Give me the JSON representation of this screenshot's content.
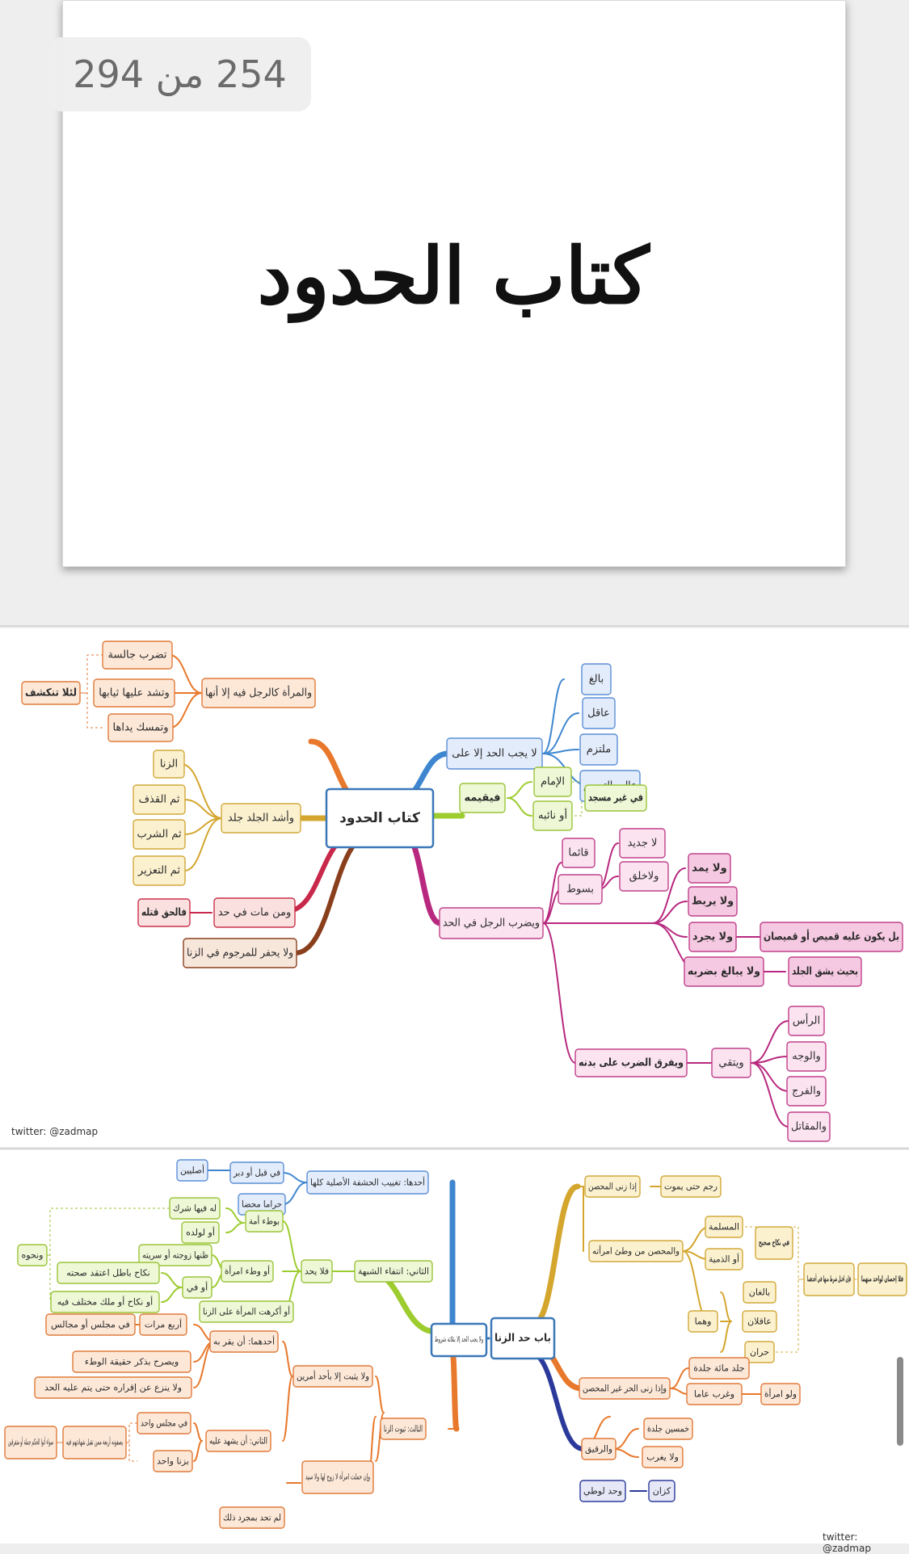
{
  "viewer": {
    "page_indicator": "254 من 294",
    "cover_title": "كتاب الحدود"
  },
  "map1": {
    "credit": "twitter: @zadmap",
    "nodes": {
      "center": "كتاب الحدود",
      "la_yajib": "لا يجب الحد إلا على",
      "baligh": "بالغ",
      "aqil": "عاقل",
      "multazim": "ملتزم",
      "alim": "عالم بالتحريم",
      "fayuqimuh": "فيقيمه",
      "imam": "الإمام",
      "naibuh": "أو نائبه",
      "ghayr_masjid": "في غير مسجد",
      "yudrab": "ويضرب الرجل في الحد",
      "qaiman": "قائما",
      "bisawt": "بسوط",
      "la_jadid": "لا جديد",
      "wala_khalaq": "ولاخلق",
      "la_yumadd": "ولا يمد",
      "la_yurbat": "ولا يربط",
      "la_yujarrad": "ولا يجرد",
      "qamis": "بل يكون عليه قميص أو قميصان",
      "la_yubalegh": "ولا يبالغ بضربه",
      "yashuq": "بحيث يشق الجلد",
      "yufarreq": "ويفرق الضرب على بدنه",
      "yattaqi": "ويتقي",
      "ras": "الرأس",
      "wajh": "والوجه",
      "farj": "والفرج",
      "maqatil": "والمقاتل",
      "marah": "والمرأة كالرجل فيه إلا أنها",
      "tudrab": "تضرب جالسة",
      "tushadd": "وتشد عليها ثيابها",
      "tumsak": "وتمسك يداها",
      "litalla": "لئلا تنكشف",
      "ashadd": "وأشد الجلد جلد",
      "zina": "الزنا",
      "qadhf": "ثم القذف",
      "shurb": "ثم الشرب",
      "tazir": "ثم التعزير",
      "man_mata": "ومن مات في حد",
      "haqq": "فالحق قتله",
      "la_yuhfar": "ولا يحفر للمرجوم في الزنا"
    }
  },
  "map2": {
    "credit": "twitter: @zadmap",
    "nodes": {
      "center": "باب حد الزنا",
      "shurut": "ولا يجب الحد إلا بثلاثة شروط",
      "ahaduha": "أحدها: تغييب الحشفة الأصلية كلها",
      "qubul": "في قبل أو دبر",
      "aslayn": "أصليين",
      "haram": "حراما محضا",
      "thani": "الثاني: انتفاء الشبهة",
      "fala_yuhad": "فلا يحد",
      "bi_wat_ama": "بوطء أمة",
      "lahu_fiha": "له فيها شرك",
      "aw_liwaladih": "أو لولده",
      "aw_wat_imra": "أو وطء امرأة",
      "zanaha": "ظنها زوجته أو سريته",
      "aw_fi": "أو في",
      "nikah_batil": "نكاح باطل اعتقد صحته",
      "nikah_mukhtalaf": "أو نكاح أو ملك مختلف فيه",
      "ukrihat": "أو أكرهت المرأة على الزنا",
      "nahwih": "ونحوه",
      "thalith": "الثالث: ثبوت الزنا",
      "la_yathbut": "ولا يثبت إلا بأحد أمرين",
      "yuqirr": "أحدهما: أن يقر به",
      "arba_marrat": "أربع مرات",
      "majlis": "في مجلس أو مجالس",
      "yusarrih": "ويصرح بذكر حقيقة الوطء",
      "la_yanzi": "ولا ينزع عن إقراره حتى يتم عليه الحد",
      "yashhad": "الثاني: أن يشهد عليه",
      "majlis_wahid": "في مجلس واحد",
      "zina_wahid": "بزنا واحد",
      "arbaa": "يصفونه أربعة ممن تقبل شهادتهم فيه",
      "sawa": "سواء أتوا الحكم جملة أو متفرقين",
      "hamalat": "وإن حملت امرأة لا زوج لها ولا سيد",
      "lam_tuhadd": "لم تحد بمجرد ذلك",
      "idha_zana": "إذا زنى المحصن",
      "rajm": "رجم حتى يموت",
      "muhsan": "والمحصن من وطئ امرأته",
      "muslima": "المسلمة",
      "dhimmiyya": "أو الذمية",
      "nikah_sahih": "في نكاح صحيح",
      "wahuma": "وهما",
      "baligan": "بالغان",
      "aqilan": "عاقلان",
      "hurran": "حران",
      "ikhtall": "فإن اختل شرط منها في أحدهما",
      "fala_ihsan": "فلا إحصان لواحد منهما",
      "ghayr_muhsan": "وإذا زنى الحر غير المحصن",
      "jald_mia": "جلد مائة جلدة",
      "ghurrib": "وغرب عاما",
      "walaw_imra": "ولو امرأة",
      "raqiq": "والرقيق",
      "khamsin": "خمسين جلدة",
      "la_yughrab": "ولا يغرب",
      "liwat": "وحد لوطي",
      "zan": "كزان"
    }
  }
}
